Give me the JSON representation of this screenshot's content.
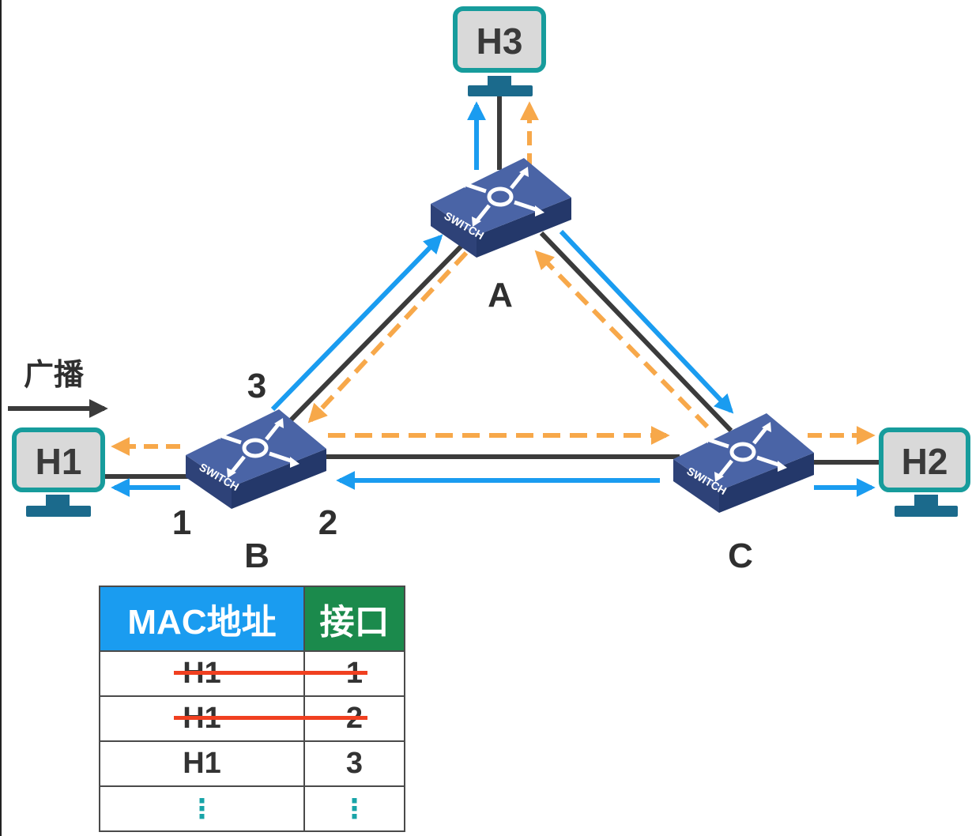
{
  "hosts": {
    "h1": "H1",
    "h2": "H2",
    "h3": "H3"
  },
  "switches": {
    "a": {
      "name": "A",
      "badge": "SWITCH"
    },
    "b": {
      "name": "B",
      "badge": "SWITCH"
    },
    "c": {
      "name": "C",
      "badge": "SWITCH"
    }
  },
  "ports": {
    "b_port1": "1",
    "b_port2": "2",
    "b_port3": "3"
  },
  "broadcast_label": "广播",
  "mac_table": {
    "headers": {
      "mac": "MAC地址",
      "port": "接口"
    },
    "rows": [
      {
        "mac": "H1",
        "port": "1",
        "struck": true
      },
      {
        "mac": "H1",
        "port": "2",
        "struck": true
      },
      {
        "mac": "H1",
        "port": "3",
        "struck": false
      },
      {
        "mac": "⋮",
        "port": "⋮",
        "struck": false
      }
    ]
  },
  "colors": {
    "host_border": "#179c9c",
    "host_face": "#d9d9d9",
    "host_base": "#1b6a8c",
    "switch_top": "#4a64a6",
    "switch_side": "#2e4278",
    "link": "#3b3b3b",
    "blue_flow": "#1a9cf0",
    "orange_flow": "#f7a84a",
    "mac_header": "#1a9cf0",
    "port_header": "#1b8a4c",
    "strike": "#f04020",
    "dots": "#18a4a8"
  }
}
